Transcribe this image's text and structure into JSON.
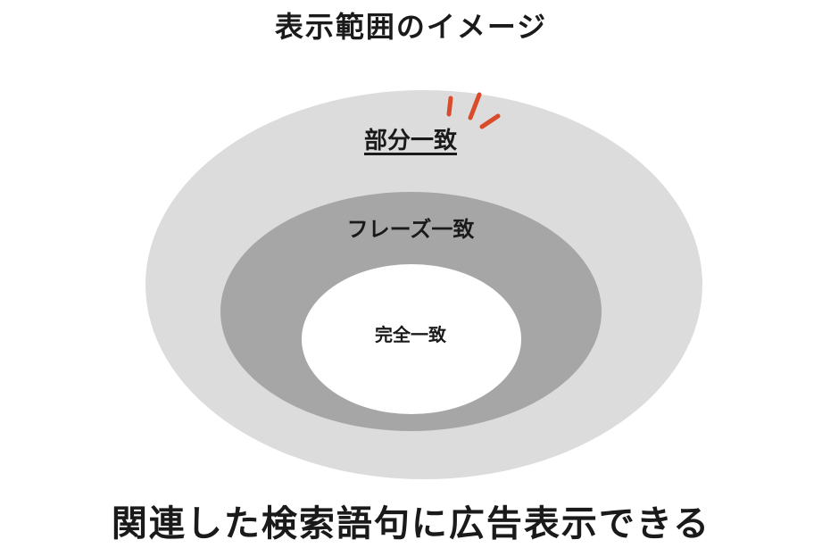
{
  "title": "表示範囲のイメージ",
  "rings": {
    "outer_label": "部分一致",
    "middle_label": "フレーズ一致",
    "inner_label": "完全一致"
  },
  "footer": "関連した検索語句に広告表示できる",
  "colors": {
    "outer_fill": "#dcdcdc",
    "middle_fill": "#a6a6a6",
    "inner_fill": "#ffffff",
    "accent": "#d94b2b",
    "text": "#1a1a1a"
  },
  "accent_icon": "emphasis-marks-icon"
}
